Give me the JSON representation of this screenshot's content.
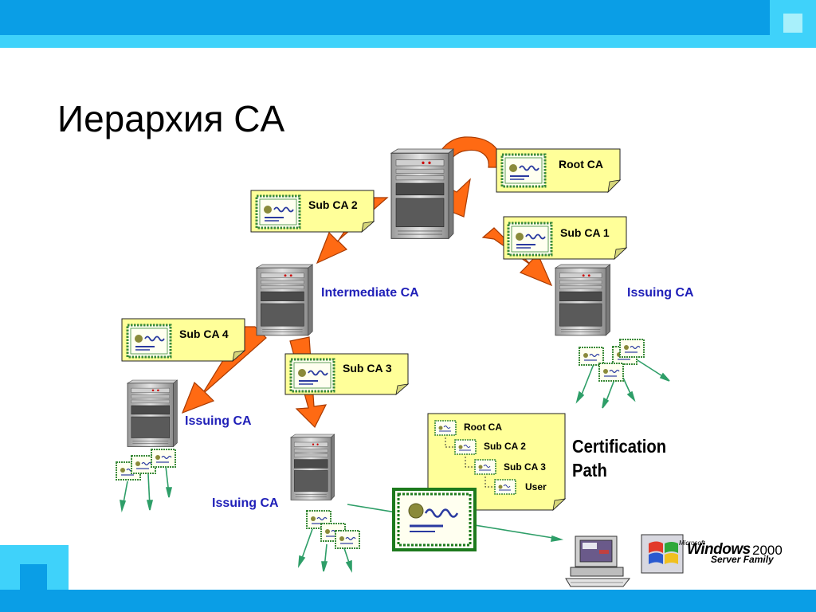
{
  "slide": {
    "title": "Иерархия CA"
  },
  "diagram": {
    "certs": {
      "root": "Root CA",
      "sub1": "Sub CA 1",
      "sub2": "Sub CA 2",
      "sub3": "Sub CA 3",
      "sub4": "Sub CA 4"
    },
    "servers": {
      "intermediate": "Intermediate CA",
      "issuing_right": "Issuing CA",
      "issuing_left": "Issuing CA",
      "issuing_center": "Issuing CA"
    },
    "cert_path": {
      "heading_line1": "Certification",
      "heading_line2": "Path",
      "items": [
        "Root CA",
        "Sub CA 2",
        "Sub CA 3",
        "User"
      ]
    }
  },
  "logo": {
    "vendor": "Microsoft",
    "product": "Windows",
    "version": "2000",
    "edition": "Server Family"
  },
  "colors": {
    "blue_bar": "#0a9ee6",
    "light_bar": "#3fd2fa",
    "label_blue": "#1f1fb8",
    "arrow_orange": "#ff6a13",
    "cert_yellow": "#ffff99",
    "line_green": "#2e9e68"
  }
}
